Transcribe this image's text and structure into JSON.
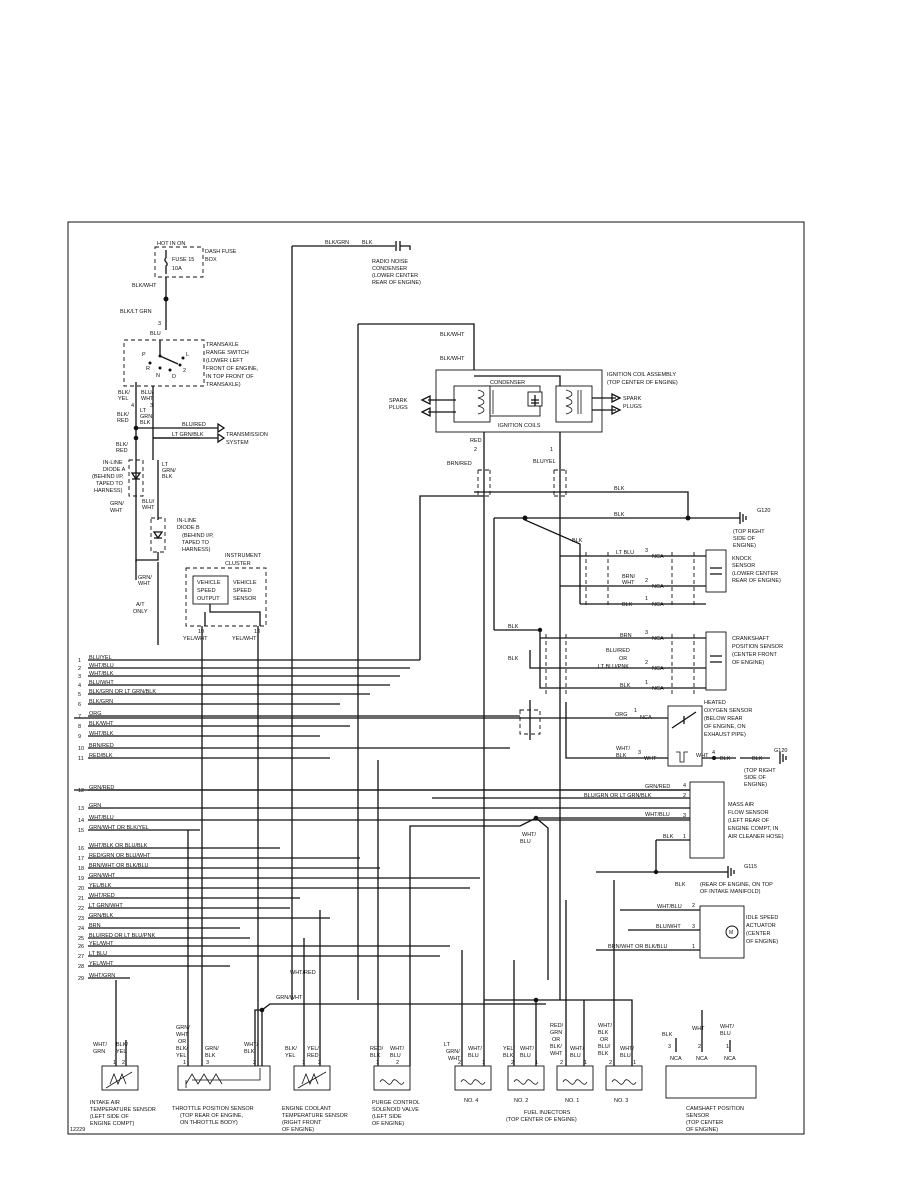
{
  "diagram": {
    "ref_id": "12229",
    "fuse": {
      "hot": "HOT IN ON",
      "fuse": "FUSE 15",
      "amp": "10A",
      "box": "DASH FUSE",
      "box2": "BOX"
    },
    "wires_top": {
      "w1": "BLK/WHT",
      "w2": "BLK/LT GRN",
      "w3": "BLU",
      "pin": "3"
    },
    "range_switch": {
      "l1": "TRANSAXLE",
      "l2": "RANGE SWITCH",
      "l3": "(LOWER LEFT",
      "l4": "FRONT OF ENGINE,",
      "l5": "IN TOP FRONT OF",
      "l6": "TRANSAXLE)",
      "p": "P",
      "r": "R",
      "n": "N",
      "d": "D",
      "l": "L",
      "two": "2"
    },
    "trans": {
      "blk_yel": "BLK/",
      "yel": "YEL",
      "blu_wht": "BLU/",
      "wht": "WHT",
      "p4": "4",
      "p3": "3",
      "lt": "LT",
      "grn": "GRN/",
      "blk": "BLK",
      "blk_red": "BLK/",
      "red": "RED",
      "blured": "BLU/RED",
      "ltgrnblk": "LT GRN/BLK",
      "sys1": "TRANSMISSION",
      "sys2": "SYSTEM"
    },
    "diode_a": {
      "l1": "IN-LINE",
      "l2": "DIODE A",
      "l3": "(BEHIND I/P,",
      "l4": "TAPED TO",
      "l5": "HARNESS)",
      "blkred": "BLK/",
      "red": "RED",
      "ltgrn": "LT",
      "grnblk": "GRN/",
      "blk": "BLK",
      "grnwht": "GRN/",
      "wht": "WHT"
    },
    "diode_b": {
      "l1": "IN-LINE",
      "l2": "DIODE B",
      "l3": "(BEHIND I/P,",
      "l4": "TAPED TO",
      "l5": "HARNESS)",
      "bluwht": "BLU/",
      "wht": "WHT"
    },
    "cluster": {
      "title1": "INSTRUMENT",
      "title2": "CLUSTER",
      "vs1": "VEHICLE",
      "vs2": "SPEED",
      "vs3": "OUTPUT",
      "vss1": "VEHICLE",
      "vss2": "SPEED",
      "vss3": "SENSOR",
      "p10": "10",
      "p13": "13",
      "w10": "YEL/WHT",
      "w13": "YEL/WHT",
      "grnwht": "GRN/",
      "wht": "WHT",
      "at": "A/T",
      "only": "ONLY"
    },
    "radio_cond": {
      "l1": "RADIO NOISE",
      "l2": "CONDENSER",
      "l3": "(LOWER CENTER",
      "l4": "REAR OF ENGINE)",
      "w1": "BLK/GRN",
      "w2": "BLK"
    },
    "ign": {
      "title1": "IGNITION COIL ASSEMBLY",
      "title2": "(TOP CENTER OF ENGINE)",
      "cond": "CONDENSER",
      "coils": "IGNITION COILS",
      "spark_l1": "SPARK",
      "spark_l2": "PLUGS",
      "spark_r1": "SPARK",
      "spark_r2": "PLUGS",
      "w1": "BLK/WHT",
      "w2": "BLK/WHT",
      "red": "RED",
      "p2": "2",
      "bluyel": "BLU/YEL",
      "p1": "1",
      "brnred": "BRN/RED"
    },
    "ground1": {
      "label": "G120",
      "blk": "BLK",
      "blk2": "BLK",
      "l1": "(TOP RIGHT",
      "l2": "SIDE OF",
      "l3": "ENGINE)"
    },
    "knock": {
      "l1": "KNOCK",
      "l2": "SENSOR",
      "l3": "(LOWER CENTER",
      "l4": "REAR OF ENGINE)",
      "ltblu": "LT BLU",
      "brnwht1": "BRN/",
      "brnwht2": "WHT",
      "blk": "BLK",
      "nca": "NCA",
      "p3": "3",
      "p2": "2",
      "p1": "1",
      "blk_top": "BLK"
    },
    "crank": {
      "l1": "CRANKSHAFT",
      "l2": "POSITION SENSOR",
      "l3": "(CENTER FRONT",
      "l4": "OF ENGINE)",
      "brn": "BRN",
      "blured": "BLU/RED",
      "or": "OR",
      "ltblupnk": "LT BLU/PNK",
      "blk": "BLK",
      "nca": "NCA",
      "p3": "3",
      "p2": "2",
      "p1": "1",
      "blk_l": "BLK",
      "blk_l2": "BLK"
    },
    "o2": {
      "l1": "HEATED",
      "l2": "OXYGEN SENSOR",
      "l3": "(BELOW REAR",
      "l4": "OF ENGINE, ON",
      "l5": "EXHAUST PIPE)",
      "org": "ORG",
      "nca": "NCA",
      "p1": "1",
      "whtblk1": "WHT/",
      "whtblk2": "BLK",
      "wht": "WHT",
      "wht2": "WHT",
      "blk": "BLK",
      "blk2": "BLK",
      "p3": "3",
      "p4": "4"
    },
    "ground2": {
      "label": "G120",
      "l1": "(TOP RIGHT",
      "l2": "SIDE OF",
      "l3": "ENGINE)"
    },
    "maf": {
      "l1": "MASS AIR",
      "l2": "FLOW SENSOR",
      "l3": "(LEFT REAR OF",
      "l4": "ENGINE COMPT, IN",
      "l5": "AIR CLEANER HOSE)",
      "grnred": "GRN/RED",
      "blugrn": "BLU/GRN OR LT GRN/BLK",
      "whtblu": "WHT/BLU",
      "blk": "BLK",
      "p4": "4",
      "p2": "2",
      "p3": "3",
      "p1": "1",
      "whtblu2a": "WHT/",
      "whtblu2b": "BLU"
    },
    "ground3": {
      "label": "G115",
      "blk": "BLK",
      "l1": "(REAR OF ENGINE, ON TOP",
      "l2": "OF INTAKE MANIFOLD)"
    },
    "iac": {
      "l1": "IDLE SPEED",
      "l2": "ACTUATOR",
      "l3": "(CENTER",
      "l4": "OF ENGINE)",
      "whtblu": "WHT/BLU",
      "bluwht": "BLU/WHT",
      "brnwht": "BRN/WHT OR BLK/BLU",
      "p2": "2",
      "p3": "3",
      "p1": "1"
    },
    "ecm_pins": [
      "1",
      "2",
      "3",
      "4",
      "5",
      "6",
      "7",
      "8",
      "9",
      "10",
      "11",
      "12",
      "13",
      "14",
      "15",
      "16",
      "17",
      "18",
      "19",
      "20",
      "21",
      "22",
      "23",
      "24",
      "25",
      "26",
      "27",
      "28",
      "29"
    ],
    "ecm_wires": [
      "BLU/YEL",
      "WHT/BLU",
      "WHT/BLK",
      "BLU/WHT",
      "BLK/GRN OR LT GRN/BLK",
      "BLK/GRN",
      "ORG",
      "BLK/WHT",
      "WHT/BLK",
      "BRN/RED",
      "RED/BLK",
      "GRN/RED",
      "GRN",
      "WHT/BLU",
      "GRN/WHT OR BLK/YEL",
      "WHT/BLK OR BLU/BLK",
      "RED/GRN OR BLU/WHT",
      "BRN/WHT OR BLK/BLU",
      "GRN/WHT",
      "YEL/BLK",
      "WHT/RED",
      "LT GRN/WHT",
      "GRN/BLK",
      "BRN",
      "BLU/RED OR LT BLU/PNK",
      "YEL/WHT",
      "LT BLU",
      "YEL/WHT",
      "WHT/GRN"
    ],
    "mid": {
      "whtred": "WHT/RED",
      "grnwht": "GRN/WHT"
    },
    "iat": {
      "l1": "INTAKE AIR",
      "l2": "TEMPERATURE SENSOR",
      "l3": "(LEFT SIDE OF",
      "l4": "ENGINE COMPT)",
      "w1a": "WHT/",
      "w1b": "GRN",
      "w2a": "BLK/",
      "w2b": "YEL",
      "p1": "1",
      "p2": "2"
    },
    "tps": {
      "l1": "THROTTLE POSITION SENSOR",
      "l2": "(TOP REAR OF ENGINE,",
      "l3": "ON THROTTLE BODY)",
      "w1a": "GRN/",
      "w1b": "WHT",
      "w1c": "OR",
      "w1d": "BLK/",
      "w1e": "YEL",
      "w2a": "GRN/",
      "w2b": "BLK",
      "w3a": "WHT/",
      "w3b": "BLK",
      "p1": "1",
      "p3": "3",
      "p2": "2"
    },
    "ect": {
      "l1": "ENGINE COOLANT",
      "l2": "TEMPERATURE SENSOR",
      "l3": "(RIGHT FRONT",
      "l4": "OF ENGINE)",
      "w1a": "BLK/",
      "w1b": "YEL",
      "w2a": "YEL/",
      "w2b": "RED",
      "p1": "1",
      "p2": "2"
    },
    "purge": {
      "l1": "PURGE CONTROL",
      "l2": "SOLENOID VALVE",
      "l3": "(LEFT SIDE",
      "l4": "OF ENGINE)",
      "w1a": "RED/",
      "w1b": "BLK",
      "w2a": "WHT/",
      "w2b": "BLU",
      "p1": "1",
      "p2": "2"
    },
    "injectors": {
      "title1": "FUEL INJECTORS",
      "title2": "(TOP CENTER OF ENGINE)",
      "no4": "NO. 4",
      "no2": "NO. 2",
      "no1": "NO. 1",
      "no3": "NO. 3",
      "i4a": "LT",
      "i4b": "GRN/",
      "i4c": "WHT",
      "i4d": "WHT/",
      "i4e": "BLU",
      "i2a": "YEL/",
      "i2b": "BLK",
      "i2c": "WHT/",
      "i2d": "BLU",
      "i1a": "RED/",
      "i1b": "GRN",
      "i1c": "OR",
      "i1d": "BLK/",
      "i1e": "WHT",
      "i1f": "WHT/",
      "i1g": "BLU",
      "i3a": "WHT/",
      "i3b": "BLK",
      "i3c": "OR",
      "i3d": "BLU/",
      "i3e": "BLK",
      "i3f": "WHT/",
      "i3g": "BLU",
      "p1": "1",
      "p2": "2"
    },
    "cmp": {
      "l1": "CAMSHAFT POSITION",
      "l2": "SENSOR",
      "l3": "(TOP CENTER",
      "l4": "OF ENGINE)",
      "w1a": "BLK",
      "w2a": "WHT",
      "w3a": "WHT/",
      "w3b": "BLU",
      "p3": "3",
      "p2": "2",
      "p1": "1",
      "nca": "NCA"
    }
  }
}
